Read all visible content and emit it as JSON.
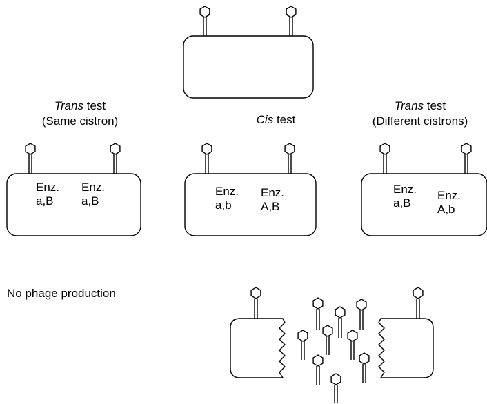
{
  "labels": {
    "trans_same": {
      "title_word": "Trans",
      "title_rest": " test",
      "subtitle": "(Same cistron)"
    },
    "cis": {
      "title_word": "Cis",
      "title_rest": " test"
    },
    "trans_diff": {
      "title_word": "Trans",
      "title_rest": " test",
      "subtitle": "(Different cistrons)"
    },
    "no_phage": "No phage production"
  },
  "cells": {
    "trans_same": [
      {
        "line1": "Enz.",
        "line2": "a,B"
      },
      {
        "line1": "Enz.",
        "line2": "a,B"
      }
    ],
    "cis": [
      {
        "line1": "Enz.",
        "line2": "a,b"
      },
      {
        "line1": "Enz.",
        "line2": "A,B"
      }
    ],
    "trans_diff": [
      {
        "line1": "Enz.",
        "line2": "a,B"
      },
      {
        "line1": "Enz.",
        "line2": "A,b"
      }
    ]
  },
  "colors": {
    "line": "#000000",
    "fill": "#ffffff"
  },
  "icons": [
    "phage-icon",
    "bacterial-cell",
    "lysed-cell"
  ]
}
